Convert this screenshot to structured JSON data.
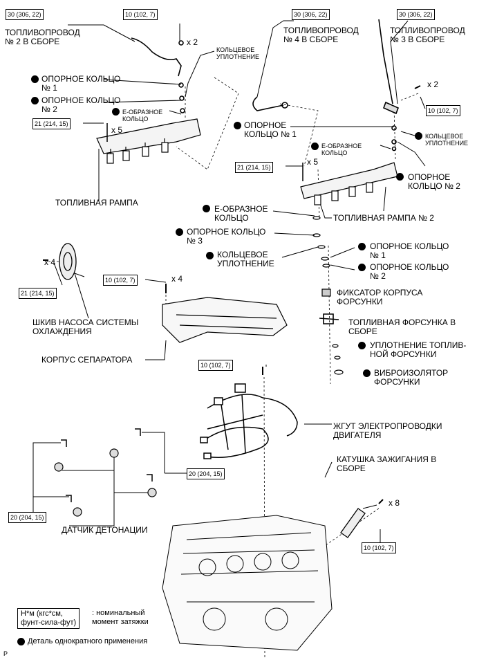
{
  "torque": {
    "t_306_a": "30 (306, 22)",
    "t_306_b": "30 (306, 22)",
    "t_306_c": "30 (306, 22)",
    "t_102_a": "10 (102, 7)",
    "t_102_b": "10 (102, 7)",
    "t_102_c": "10 (102, 7)",
    "t_102_d": "10 (102, 7)",
    "t_102_e": "10 (102, 7)",
    "t_214_a": "21 (214, 15)",
    "t_214_b": "21 (214, 15)",
    "t_214_c": "21 (214, 15)",
    "t_204_a": "20 (204, 15)",
    "t_204_b": "20 (204, 15)"
  },
  "counts": {
    "x2a": "x 2",
    "x2b": "x 2",
    "x5a": "x 5",
    "x5b": "x 5",
    "x4a": "x 4",
    "x4b": "x 4",
    "x8": "x 8"
  },
  "labels": {
    "pipe2_l1": "ТОПЛИВОПРОВОД",
    "pipe2_l2": "№ 2 В СБОРЕ",
    "pipe4_l1": "ТОПЛИВОПРОВОД",
    "pipe4_l2": "№ 4 В СБОРЕ",
    "pipe3_l1": "ТОПЛИВОПРОВОД",
    "pipe3_l2": "№ 3 В СБОРЕ",
    "oring_top_l1": "КОЛЬЦЕВОЕ",
    "oring_top_l2": "УПЛОТНЕНИЕ",
    "ring_a_l1": "ОПОРНОЕ КОЛЬЦО",
    "ring_a_l2": "№ 1",
    "ring_b_l1": "ОПОРНОЕ КОЛЬЦО",
    "ring_b_l2": "№ 2",
    "ering_a_l1": "Е-ОБРАЗНОЕ",
    "ering_a_l2": "КОЛЬЦО",
    "rail1": "ТОПЛИВНАЯ РАМПА",
    "ring_c_l1": "ОПОРНОЕ",
    "ring_c_l2": "КОЛЬЦО № 1",
    "ering_b_l1": "Е-ОБРАЗНОЕ",
    "ering_b_l2": "КОЛЬЦО",
    "oring_right_l1": "КОЛЬЦЕВОЕ",
    "oring_right_l2": "УПЛОТНЕНИЕ",
    "ring_d_l1": "ОПОРНОЕ",
    "ring_d_l2": "КОЛЬЦО № 2",
    "ering_c_l1": "Е-ОБРАЗНОЕ",
    "ering_c_l2": "КОЛЬЦО",
    "rail2": "ТОПЛИВНАЯ РАМПА № 2",
    "ring_e_l1": "ОПОРНОЕ КОЛЬЦО",
    "ring_e_l2": "№ 3",
    "oring_mid_l1": "КОЛЬЦЕВОЕ",
    "oring_mid_l2": "УПЛОТНЕНИЕ",
    "ring_f_l1": "ОПОРНОЕ КОЛЬЦО",
    "ring_f_l2": "№ 1",
    "ring_g_l1": "ОПОРНОЕ КОЛЬЦО",
    "ring_g_l2": "№ 2",
    "retainer_l1": "ФИКСАТОР КОРПУСА",
    "retainer_l2": "ФОРСУНКИ",
    "injector_l1": "ТОПЛИВНАЯ ФОРСУНКА В",
    "injector_l2": "СБОРЕ",
    "inj_seal_l1": "УПЛОТНЕНИЕ ТОПЛИВ-",
    "inj_seal_l2": "НОЙ ФОРСУНКИ",
    "insulator_l1": "ВИБРОИЗОЛЯТОР",
    "insulator_l2": "ФОРСУНКИ",
    "pulley_l1": "ШКИВ НАСОСА СИСТЕМЫ",
    "pulley_l2": "ОХЛАЖДЕНИЯ",
    "separator": "КОРПУС СЕПАРАТОРА",
    "harness_l1": "ЖГУТ ЭЛЕКТРОПРОВОДКИ",
    "harness_l2": "ДВИГАТЕЛЯ",
    "coil_l1": "КАТУШКА ЗАЖИГАНИЯ В",
    "coil_l2": "СБОРЕ",
    "knock": "ДАТЧИК ДЕТОНАЦИИ"
  },
  "legend": {
    "unit_l1": "Н*м (кгс*см,",
    "unit_l2": "фунт-сила-фут)",
    "unit_desc_l1": ": номинальный",
    "unit_desc_l2": "момент затяжки",
    "nonreuse": "Деталь однократного применения",
    "corner": "P"
  }
}
